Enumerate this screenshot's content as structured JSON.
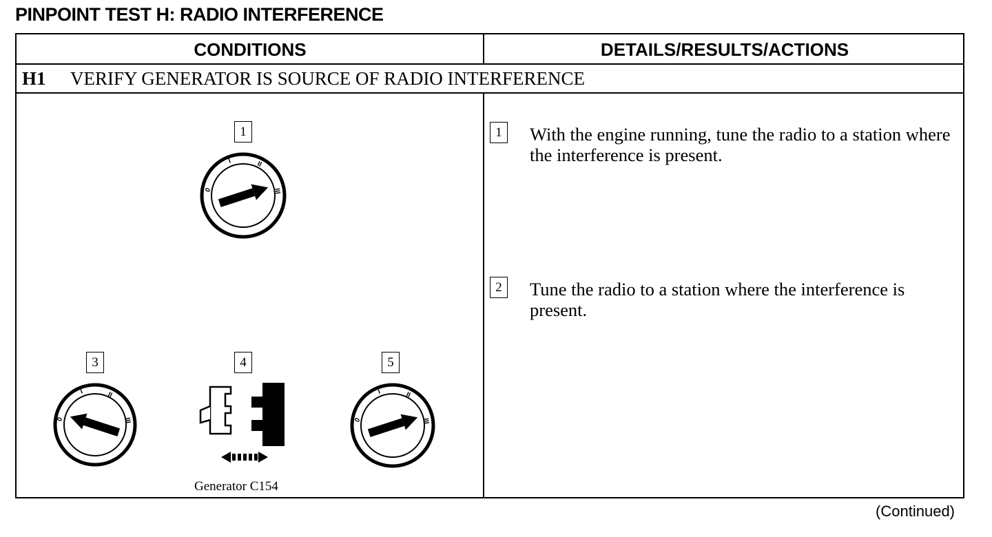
{
  "title": "PINPOINT TEST H:  RADIO INTERFERENCE",
  "table": {
    "header_left": "CONDITIONS",
    "header_right": "DETAILS/RESULTS/ACTIONS",
    "step_id": "H1",
    "step_title": "VERIFY GENERATOR IS SOURCE OF RADIO INTERFERENCE"
  },
  "conditions": {
    "figures": [
      {
        "number": "1",
        "icon": "ignition-switch-icon"
      },
      {
        "number": "3",
        "icon": "ignition-switch-icon"
      },
      {
        "number": "4",
        "icon": "connector-disconnect-icon"
      },
      {
        "number": "5",
        "icon": "ignition-switch-icon"
      }
    ],
    "connector_caption": "Generator C154",
    "switch_marks": [
      "0",
      "I",
      "II",
      "III"
    ]
  },
  "actions": [
    {
      "number": "1",
      "text": "With the engine running, tune the radio to a station where the interference is present."
    },
    {
      "number": "2",
      "text": "Tune the radio to a station where the interference is present."
    }
  ],
  "footer": "(Continued)"
}
